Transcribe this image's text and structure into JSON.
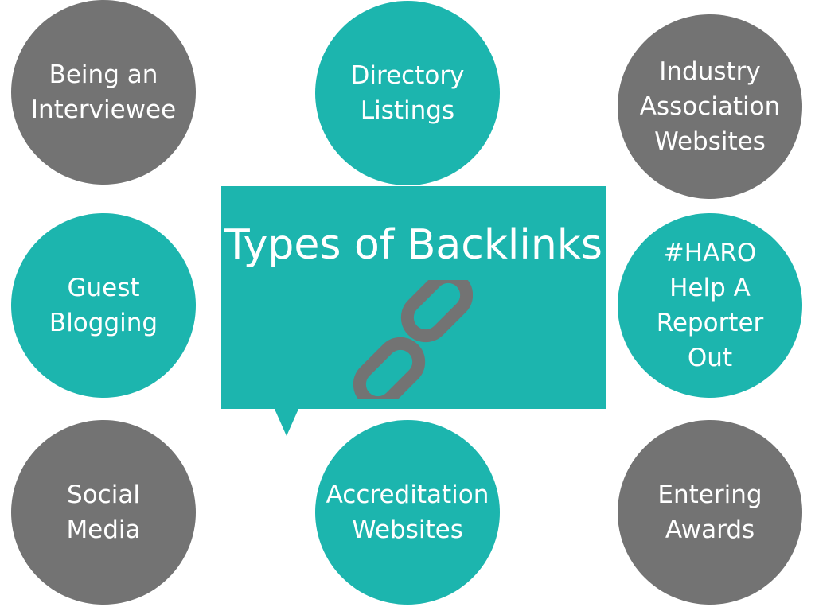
{
  "title": "Types of Backlinks",
  "icon": "chain-link-icon",
  "colors": {
    "teal": "#1cb5ae",
    "gray": "#737373",
    "icon": "#737373",
    "text": "#ffffff"
  },
  "items": [
    {
      "label": "Being an\nInterviewee",
      "color": "gray"
    },
    {
      "label": "Directory\nListings",
      "color": "teal"
    },
    {
      "label": "Industry\nAssociation\nWebsites",
      "color": "gray"
    },
    {
      "label": "Guest\nBlogging",
      "color": "teal"
    },
    {
      "label": "#HARO\nHelp A\nReporter\nOut",
      "color": "teal"
    },
    {
      "label": "Social\nMedia",
      "color": "gray"
    },
    {
      "label": "Accreditation\nWebsites",
      "color": "teal"
    },
    {
      "label": "Entering\nAwards",
      "color": "gray"
    }
  ]
}
